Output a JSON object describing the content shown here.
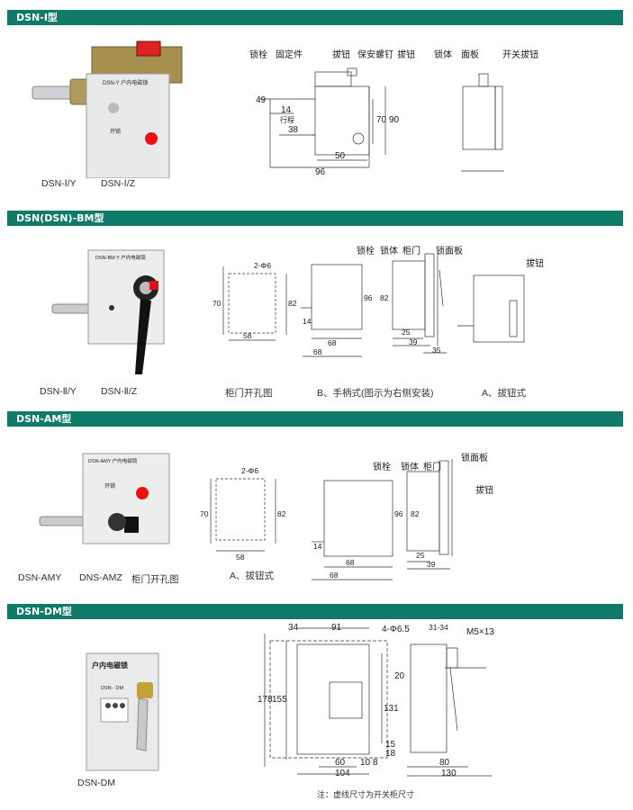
{
  "sections": [
    {
      "title": "DSN-Ⅰ型",
      "product_label": "DSN-Y 户内电磁锁",
      "panel_label": "开锁",
      "captions": [
        "DSN-Ⅰ/Y",
        "DSN-Ⅰ/Z"
      ]
    },
    {
      "title": "DSN(DSN)-BM型",
      "product_label": "DSN-BM Y 户内电磁锁",
      "captions": [
        "DSN-Ⅱ/Y",
        "DSN-Ⅱ/Z"
      ],
      "sub_captions": [
        "柜门开孔图",
        "B、手柄式(图示为右侧安装)",
        "A、拔钮式"
      ]
    },
    {
      "title": "DSN-AM型",
      "product_label": "DSN-AMY 户内电磁锁",
      "panel_label": "开锁",
      "captions": [
        "DSN-AMY",
        "DNS-AMZ"
      ],
      "sub_captions": [
        "柜门开孔图",
        "A、拔钮式"
      ]
    },
    {
      "title": "DSN-DM型",
      "product_label": "户内电磁锁",
      "model_label": "DSN - DM",
      "captions": [
        "DSN-DM"
      ],
      "footnote": "注：虚线尺寸为开关柜尺寸"
    }
  ],
  "drawing_labels": {
    "s1": [
      "锁栓",
      "固定件",
      "拔钮",
      "保安螺钉",
      "拔钮",
      "锁体",
      "面板",
      "开关拔钮",
      "行程"
    ],
    "s2": [
      "锁栓",
      "锁体",
      "柜门",
      "锁面板",
      "拔钮"
    ],
    "s3": [
      "锁栓",
      "锁体",
      "柜门",
      "锁面板",
      "拔钮"
    ],
    "s4": [
      "M5×13"
    ]
  },
  "dimensions": {
    "s1": [
      "49",
      "14",
      "38",
      "50",
      "96",
      "70",
      "90"
    ],
    "s2": [
      "2-Φ6",
      "70",
      "82",
      "58",
      "96",
      "82",
      "14",
      "68",
      "68",
      "25",
      "39",
      "35"
    ],
    "s3": [
      "2-Φ6",
      "70",
      "82",
      "58",
      "96",
      "82",
      "14",
      "68",
      "68",
      "25",
      "39"
    ],
    "s4": [
      "34",
      "91",
      "4-Φ6.5",
      "31-34",
      "178",
      "155",
      "131",
      "20",
      "15",
      "18",
      "60",
      "10",
      "8",
      "104",
      "80",
      "130"
    ]
  }
}
